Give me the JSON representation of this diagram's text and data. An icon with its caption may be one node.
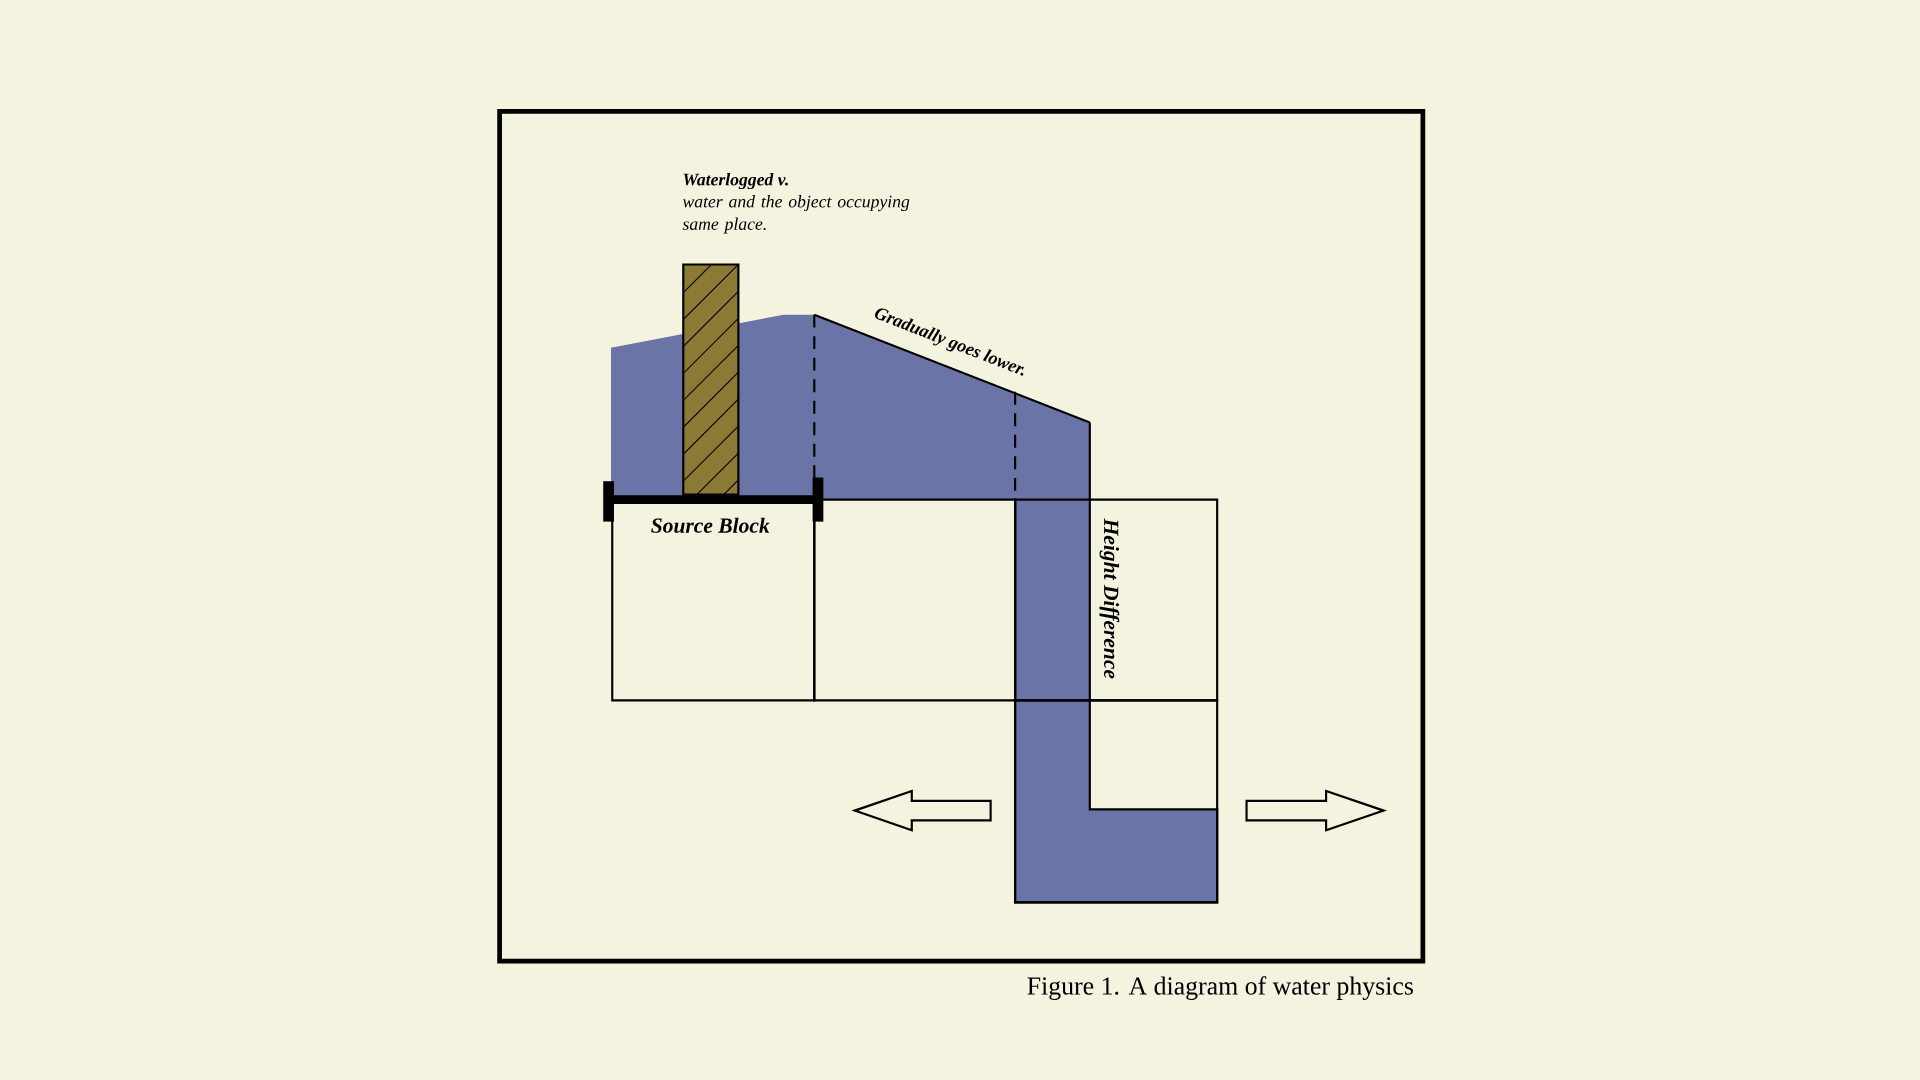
{
  "diagram": {
    "caption": "Figure 1. A diagram of water physics",
    "labels": [
      "Waterlogged v.",
      "water and the object occupying same place.",
      "Gradually goes lower.",
      "Source Block",
      "Height Difference"
    ]
  }
}
